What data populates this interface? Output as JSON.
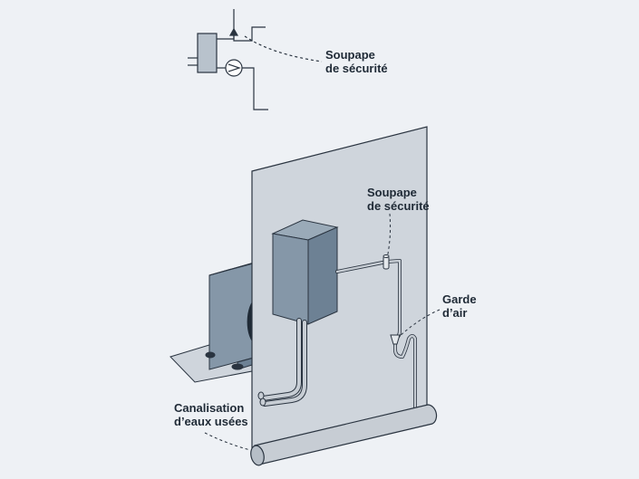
{
  "labels": {
    "schema_valve": [
      "Soupape",
      "de sécurité"
    ],
    "valve": [
      "Soupape",
      "de sécurité"
    ],
    "air_guard": [
      "Garde",
      "d’air"
    ],
    "drain": [
      "Canalisation",
      "d’eaux usées"
    ]
  },
  "colors": {
    "background": "#eef1f5",
    "wall": "#cfd5dc",
    "unit": "#8597a8",
    "unit_side": "#6d8194",
    "pipe": "#c7cdd4",
    "outline": "#2a3440",
    "text": "#1f2a36"
  }
}
